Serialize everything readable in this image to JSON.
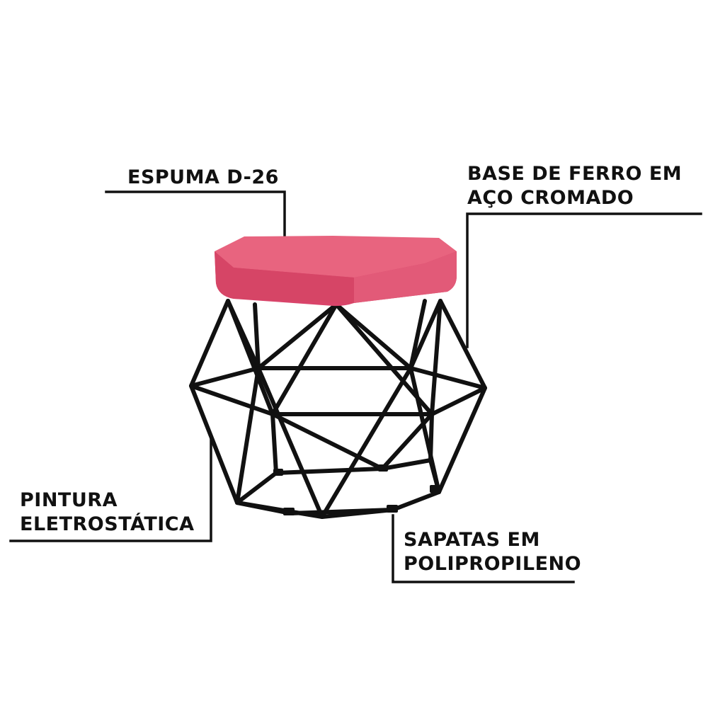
{
  "labels": {
    "foam": "ESPUMA D-26",
    "base_line1": "BASE DE FERRO EM",
    "base_line2": "AÇO CROMADO",
    "paint_line1": "PINTURA",
    "paint_line2": "ELETROSTÁTICA",
    "feet_line1": "SAPATAS EM",
    "feet_line2": "POLIPROPILENO"
  },
  "colors": {
    "seat": "#e0506e",
    "seat_top": "#e8647f",
    "frame": "#111111",
    "background": "#ffffff",
    "text": "#111111"
  }
}
